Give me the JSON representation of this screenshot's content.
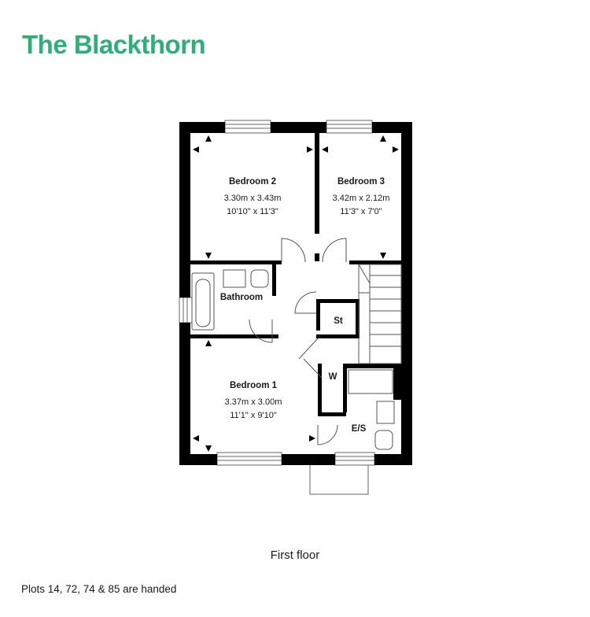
{
  "title": "The Blackthorn",
  "brand_color": "#2bb07a",
  "wall_color": "#000000",
  "floor_label": "First floor",
  "note": "Plots 14, 72, 74 & 85 are handed",
  "rooms": {
    "bedroom2": {
      "name": "Bedroom 2",
      "metric": "3.30m x 3.43m",
      "imperial": "10'10\" x 11'3\""
    },
    "bedroom3": {
      "name": "Bedroom 3",
      "metric": "3.42m x 2.12m",
      "imperial": "11'3\" x 7'0\""
    },
    "bathroom": {
      "name": "Bathroom"
    },
    "store": {
      "name": "St"
    },
    "wardrobe": {
      "name": "W"
    },
    "bedroom1": {
      "name": "Bedroom 1",
      "metric": "3.37m x 3.00m",
      "imperial": "11'1\" x 9'10\""
    },
    "ensuite": {
      "name": "E/S"
    }
  }
}
